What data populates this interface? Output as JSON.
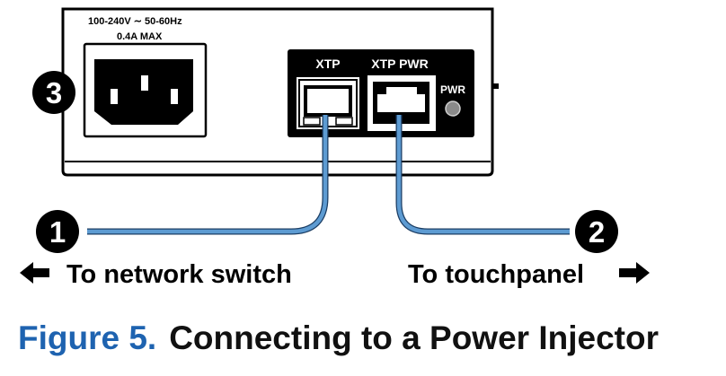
{
  "device": {
    "voltage_label": "100-240V ∼ 50-60Hz",
    "current_label": "0.4A MAX",
    "port_xtp_label": "XTP",
    "port_xtp_pwr_label": "XTP PWR",
    "led_label": "PWR"
  },
  "callouts": {
    "one": "1",
    "two": "2",
    "three": "3"
  },
  "destinations": {
    "left": "To network switch",
    "right": "To touchpanel"
  },
  "caption": {
    "figure": "Figure 5.",
    "title": "Connecting to a Power Injector"
  },
  "colors": {
    "cable": "#5d9bd2",
    "cable_outline": "#1b3d63",
    "caption_blue": "#1e63b0"
  }
}
